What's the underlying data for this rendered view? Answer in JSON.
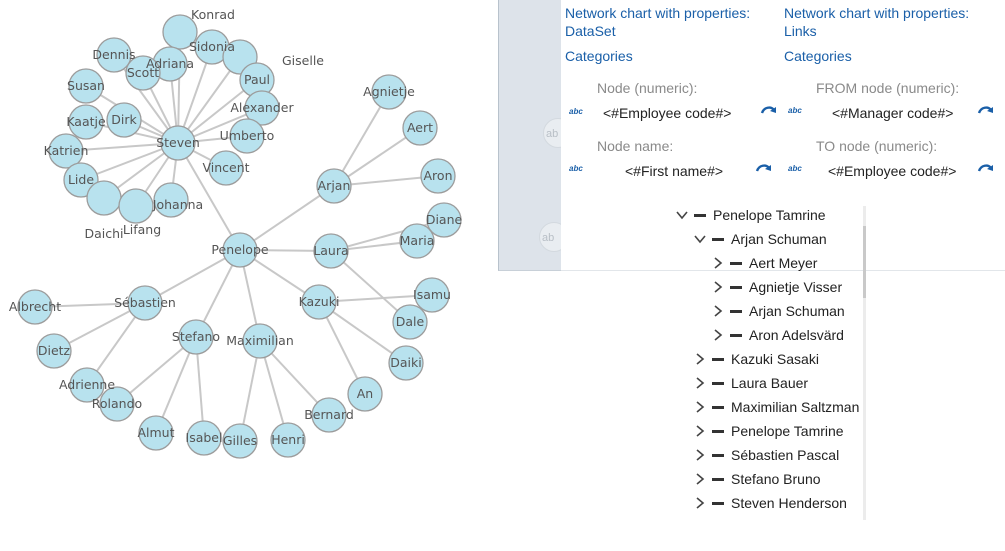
{
  "network": {
    "nodes": [
      "Konrad",
      "Sidonia",
      "Giselle",
      "Dennis",
      "Adriana",
      "Scott",
      "Paul",
      "Susan",
      "Alexander",
      "Kaatje",
      "Dirk",
      "Umberto",
      "Steven",
      "Katrien",
      "Vincent",
      "Lide",
      "Johanna",
      "Daichi",
      "Lifang",
      "Agnietje",
      "Aert",
      "Arjan",
      "Aron",
      "Diane",
      "Maria",
      "Laura",
      "Penelope",
      "Albrecht",
      "Sébastien",
      "Isamu",
      "Kazuki",
      "Dale",
      "Dietz",
      "Stefano",
      "Maximilian",
      "Daiki",
      "Adrienne",
      "An",
      "Rolando",
      "Bernard",
      "Almut",
      "Isabel",
      "Gilles",
      "Henri"
    ],
    "links": [
      [
        "Steven",
        "Konrad"
      ],
      [
        "Steven",
        "Sidonia"
      ],
      [
        "Steven",
        "Giselle"
      ],
      [
        "Steven",
        "Dennis"
      ],
      [
        "Steven",
        "Adriana"
      ],
      [
        "Steven",
        "Scott"
      ],
      [
        "Steven",
        "Paul"
      ],
      [
        "Steven",
        "Susan"
      ],
      [
        "Steven",
        "Alexander"
      ],
      [
        "Steven",
        "Kaatje"
      ],
      [
        "Steven",
        "Dirk"
      ],
      [
        "Steven",
        "Umberto"
      ],
      [
        "Steven",
        "Katrien"
      ],
      [
        "Steven",
        "Vincent"
      ],
      [
        "Steven",
        "Lide"
      ],
      [
        "Steven",
        "Johanna"
      ],
      [
        "Steven",
        "Daichi"
      ],
      [
        "Steven",
        "Lifang"
      ],
      [
        "Penelope",
        "Steven"
      ],
      [
        "Penelope",
        "Arjan"
      ],
      [
        "Penelope",
        "Laura"
      ],
      [
        "Penelope",
        "Sébastien"
      ],
      [
        "Penelope",
        "Kazuki"
      ],
      [
        "Penelope",
        "Stefano"
      ],
      [
        "Penelope",
        "Maximilian"
      ],
      [
        "Arjan",
        "Agnietje"
      ],
      [
        "Arjan",
        "Aert"
      ],
      [
        "Arjan",
        "Aron"
      ],
      [
        "Laura",
        "Diane"
      ],
      [
        "Laura",
        "Maria"
      ],
      [
        "Laura",
        "Dale"
      ],
      [
        "Kazuki",
        "Isamu"
      ],
      [
        "Kazuki",
        "Daiki"
      ],
      [
        "Kazuki",
        "An"
      ],
      [
        "Sébastien",
        "Albrecht"
      ],
      [
        "Sébastien",
        "Dietz"
      ],
      [
        "Sébastien",
        "Adrienne"
      ],
      [
        "Stefano",
        "Rolando"
      ],
      [
        "Stefano",
        "Almut"
      ],
      [
        "Stefano",
        "Isabel"
      ],
      [
        "Maximilian",
        "Gilles"
      ],
      [
        "Maximilian",
        "Henri"
      ],
      [
        "Maximilian",
        "Bernard"
      ]
    ]
  },
  "panel": {
    "ghost_bubble_label": "ab",
    "left": {
      "title": "Network chart with properties: DataSet",
      "categories": "Categories",
      "field1_label": "Node (numeric):",
      "field1_value": "<#Employee code#>",
      "field2_label": "Node name:",
      "field2_value": "<#First name#>"
    },
    "right": {
      "title": "Network chart with properties: Links",
      "categories": "Categories",
      "field1_label": "FROM node (numeric):",
      "field1_value": "<#Manager code#>",
      "field2_label": "TO node (numeric):",
      "field2_value": "<#Employee code#>"
    },
    "type_icon_text": "abc",
    "accent_color": "#1a5fa8"
  },
  "tree": {
    "items": [
      {
        "label": "Penelope Tamrine",
        "level": 0,
        "state": "expanded"
      },
      {
        "label": "Arjan Schuman",
        "level": 1,
        "state": "expanded"
      },
      {
        "label": "Aert Meyer",
        "level": 2,
        "state": "collapsed"
      },
      {
        "label": "Agnietje Visser",
        "level": 2,
        "state": "collapsed"
      },
      {
        "label": "Arjan Schuman",
        "level": 2,
        "state": "collapsed"
      },
      {
        "label": "Aron Adelsvärd",
        "level": 2,
        "state": "collapsed"
      },
      {
        "label": "Kazuki Sasaki",
        "level": 1,
        "state": "collapsed"
      },
      {
        "label": "Laura Bauer",
        "level": 1,
        "state": "collapsed"
      },
      {
        "label": "Maximilian Saltzman",
        "level": 1,
        "state": "collapsed"
      },
      {
        "label": "Penelope Tamrine",
        "level": 1,
        "state": "collapsed"
      },
      {
        "label": "Sébastien Pascal",
        "level": 1,
        "state": "collapsed"
      },
      {
        "label": "Stefano Bruno",
        "level": 1,
        "state": "collapsed"
      },
      {
        "label": "Steven Henderson",
        "level": 1,
        "state": "collapsed"
      }
    ]
  },
  "colors": {
    "node_fill": "#b8e2ee",
    "node_stroke": "#9c9c9c",
    "link": "#c8c8c8",
    "label": "#555555"
  }
}
